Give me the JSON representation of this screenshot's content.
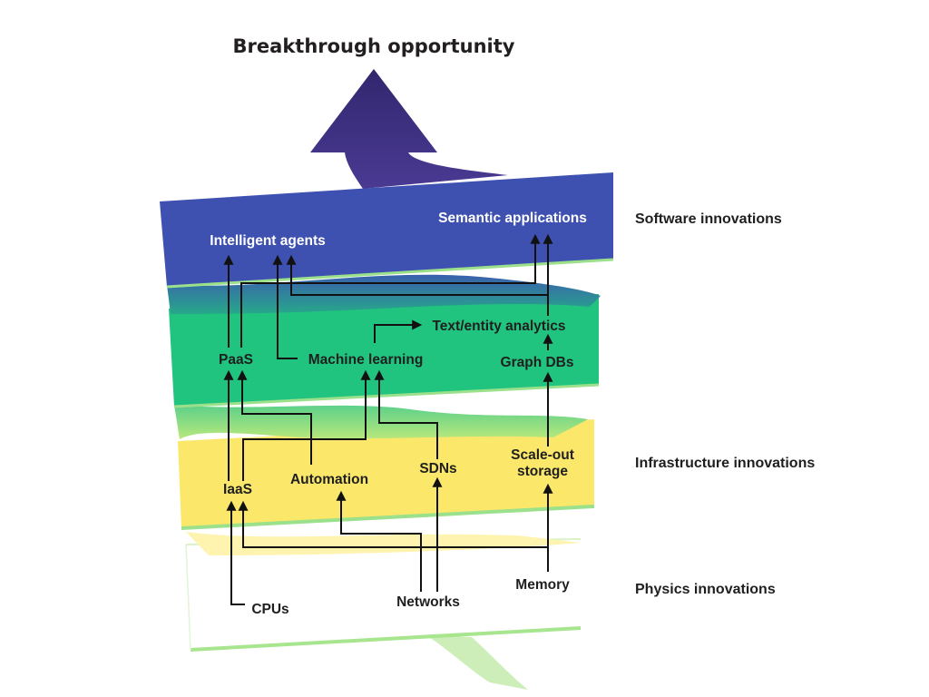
{
  "title": "Breakthrough opportunity",
  "layers": {
    "software": "Software innovations",
    "infrastructure": "Infrastructure innovations",
    "physics": "Physics innovations"
  },
  "nodes": {
    "intelligent_agents": "Intelligent agents",
    "semantic_applications": "Semantic applications",
    "paas": "PaaS",
    "machine_learning": "Machine learning",
    "text_entity_analytics": "Text/entity analytics",
    "graph_dbs": "Graph DBs",
    "iaas": "IaaS",
    "automation": "Automation",
    "sdns": "SDNs",
    "scale_out_storage_line1": "Scale-out",
    "scale_out_storage_line2": "storage",
    "cpus": "CPUs",
    "networks": "Networks",
    "memory": "Memory"
  },
  "colors": {
    "software_band": "#3f51b0",
    "arrow": "#3a2a7a",
    "applications_band": "#21c47f",
    "infrastructure_band": "#fbe86b",
    "physics_band": "#ffffff",
    "band_edge": "#9be08a"
  }
}
